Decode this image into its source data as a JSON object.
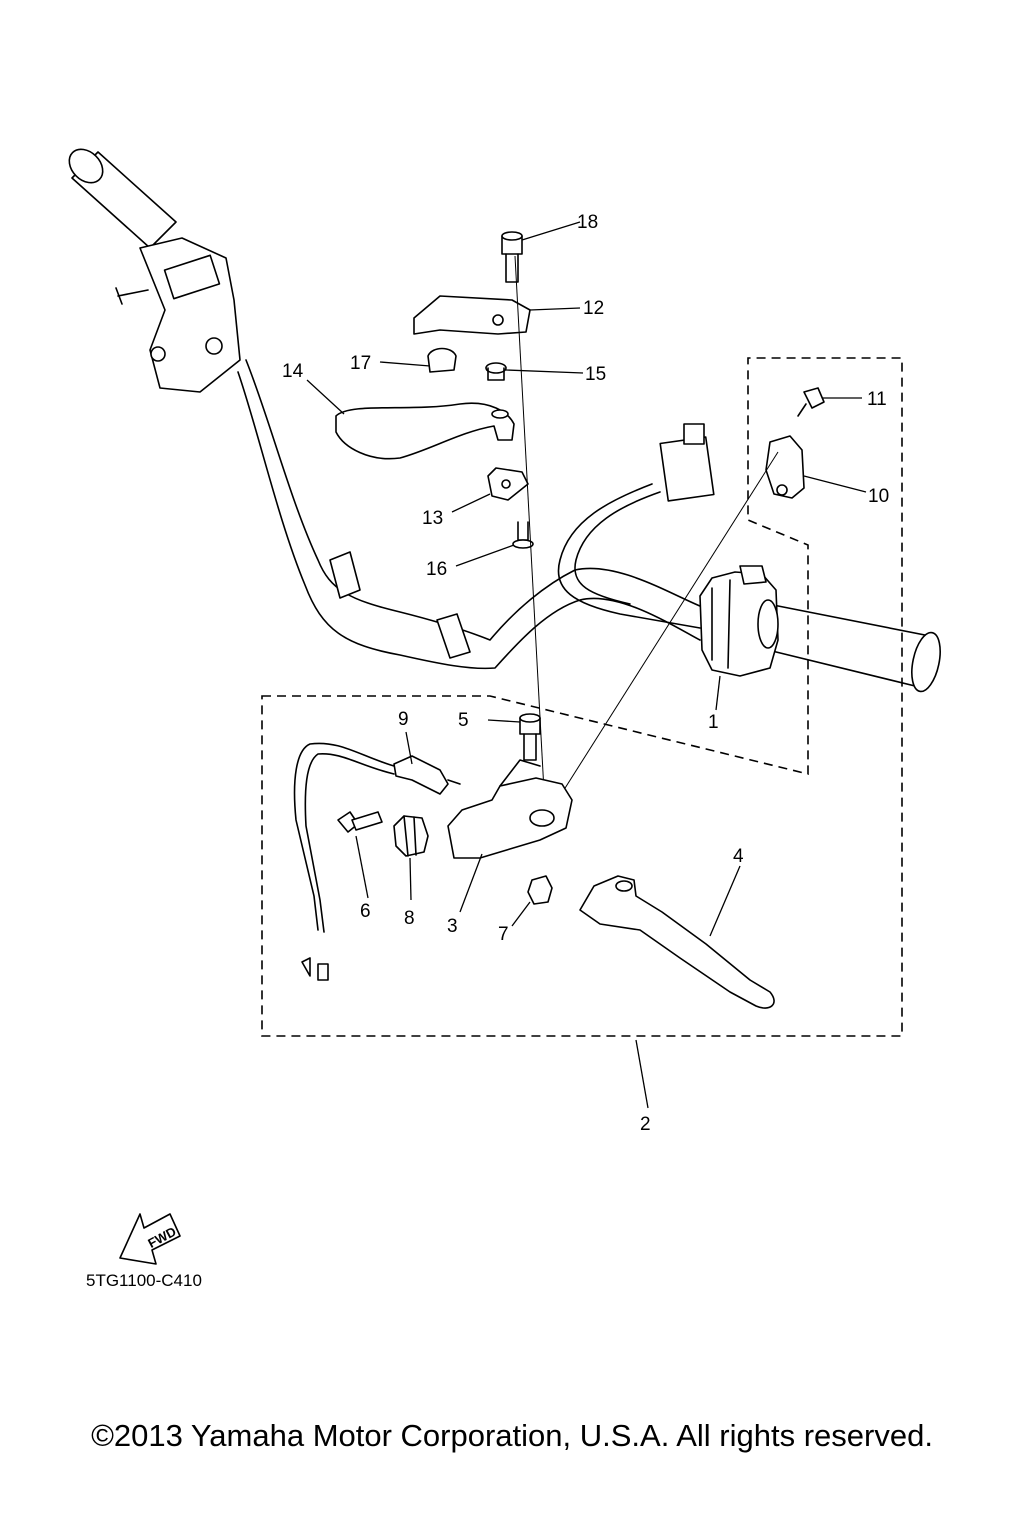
{
  "diagram_code": "5TG1100-C410",
  "fwd_arrow_text": "FWD",
  "copyright": "©2013 Yamaha Motor Corporation, U.S.A. All rights reserved.",
  "callouts": [
    "1",
    "2",
    "3",
    "4",
    "5",
    "6",
    "7",
    "8",
    "9",
    "10",
    "11",
    "12",
    "13",
    "14",
    "15",
    "16",
    "17",
    "18"
  ]
}
